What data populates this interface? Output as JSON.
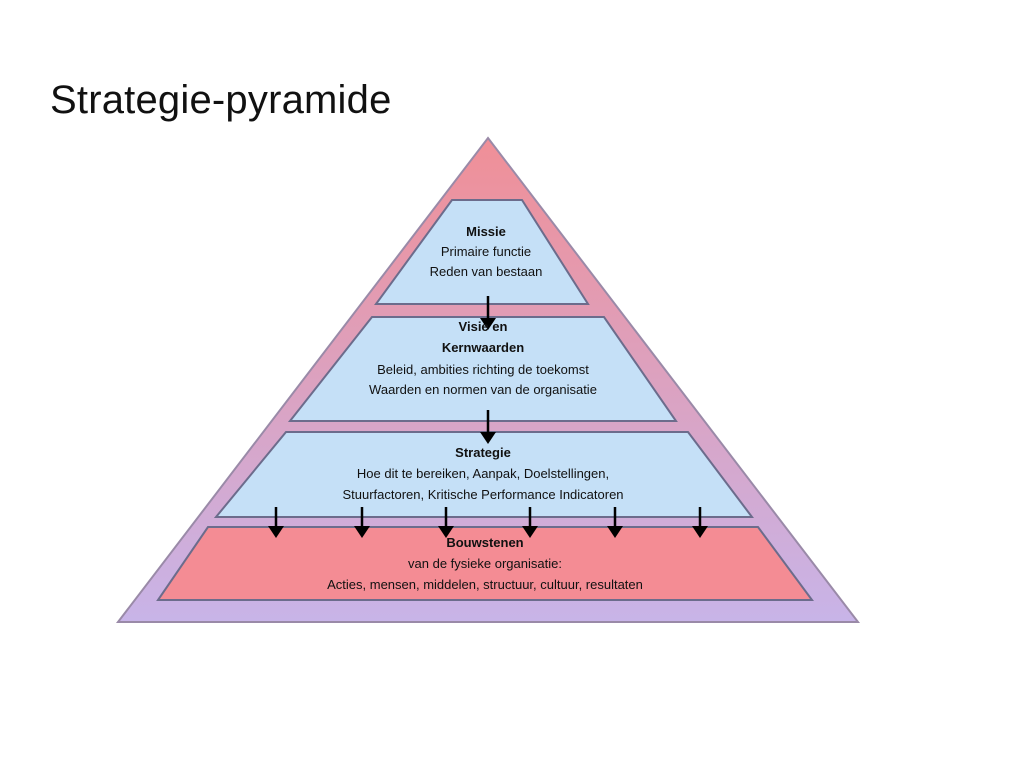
{
  "slide": {
    "title": "Strategie-pyramide"
  },
  "colors": {
    "outer_top": "#f08f97",
    "outer_bottom": "#c8b4e8",
    "outer_stroke": "#9a8aa8",
    "box_blue": "#c5e0f7",
    "box_red": "#f48c94",
    "box_stroke": "#6c6c8c",
    "arrow": "#000000"
  },
  "pyramid": {
    "levels": [
      {
        "heading": "Missie",
        "lines": [
          "Primaire functie",
          "Reden van bestaan"
        ]
      },
      {
        "heading": "Visie en",
        "lines": [
          "Kernwaarden",
          "Beleid, ambities richting de toekomst",
          "Waarden en normen van de organisatie"
        ]
      },
      {
        "heading": "Strategie",
        "lines": [
          "Hoe dit te bereiken, Aanpak, Doelstellingen,",
          "Stuurfactoren, Kritische Performance Indicatoren"
        ]
      },
      {
        "heading": "Bouwstenen",
        "lines": [
          "van de fysieke organisatie:",
          "Acties, mensen, middelen, structuur, cultuur, resultaten"
        ]
      }
    ]
  }
}
